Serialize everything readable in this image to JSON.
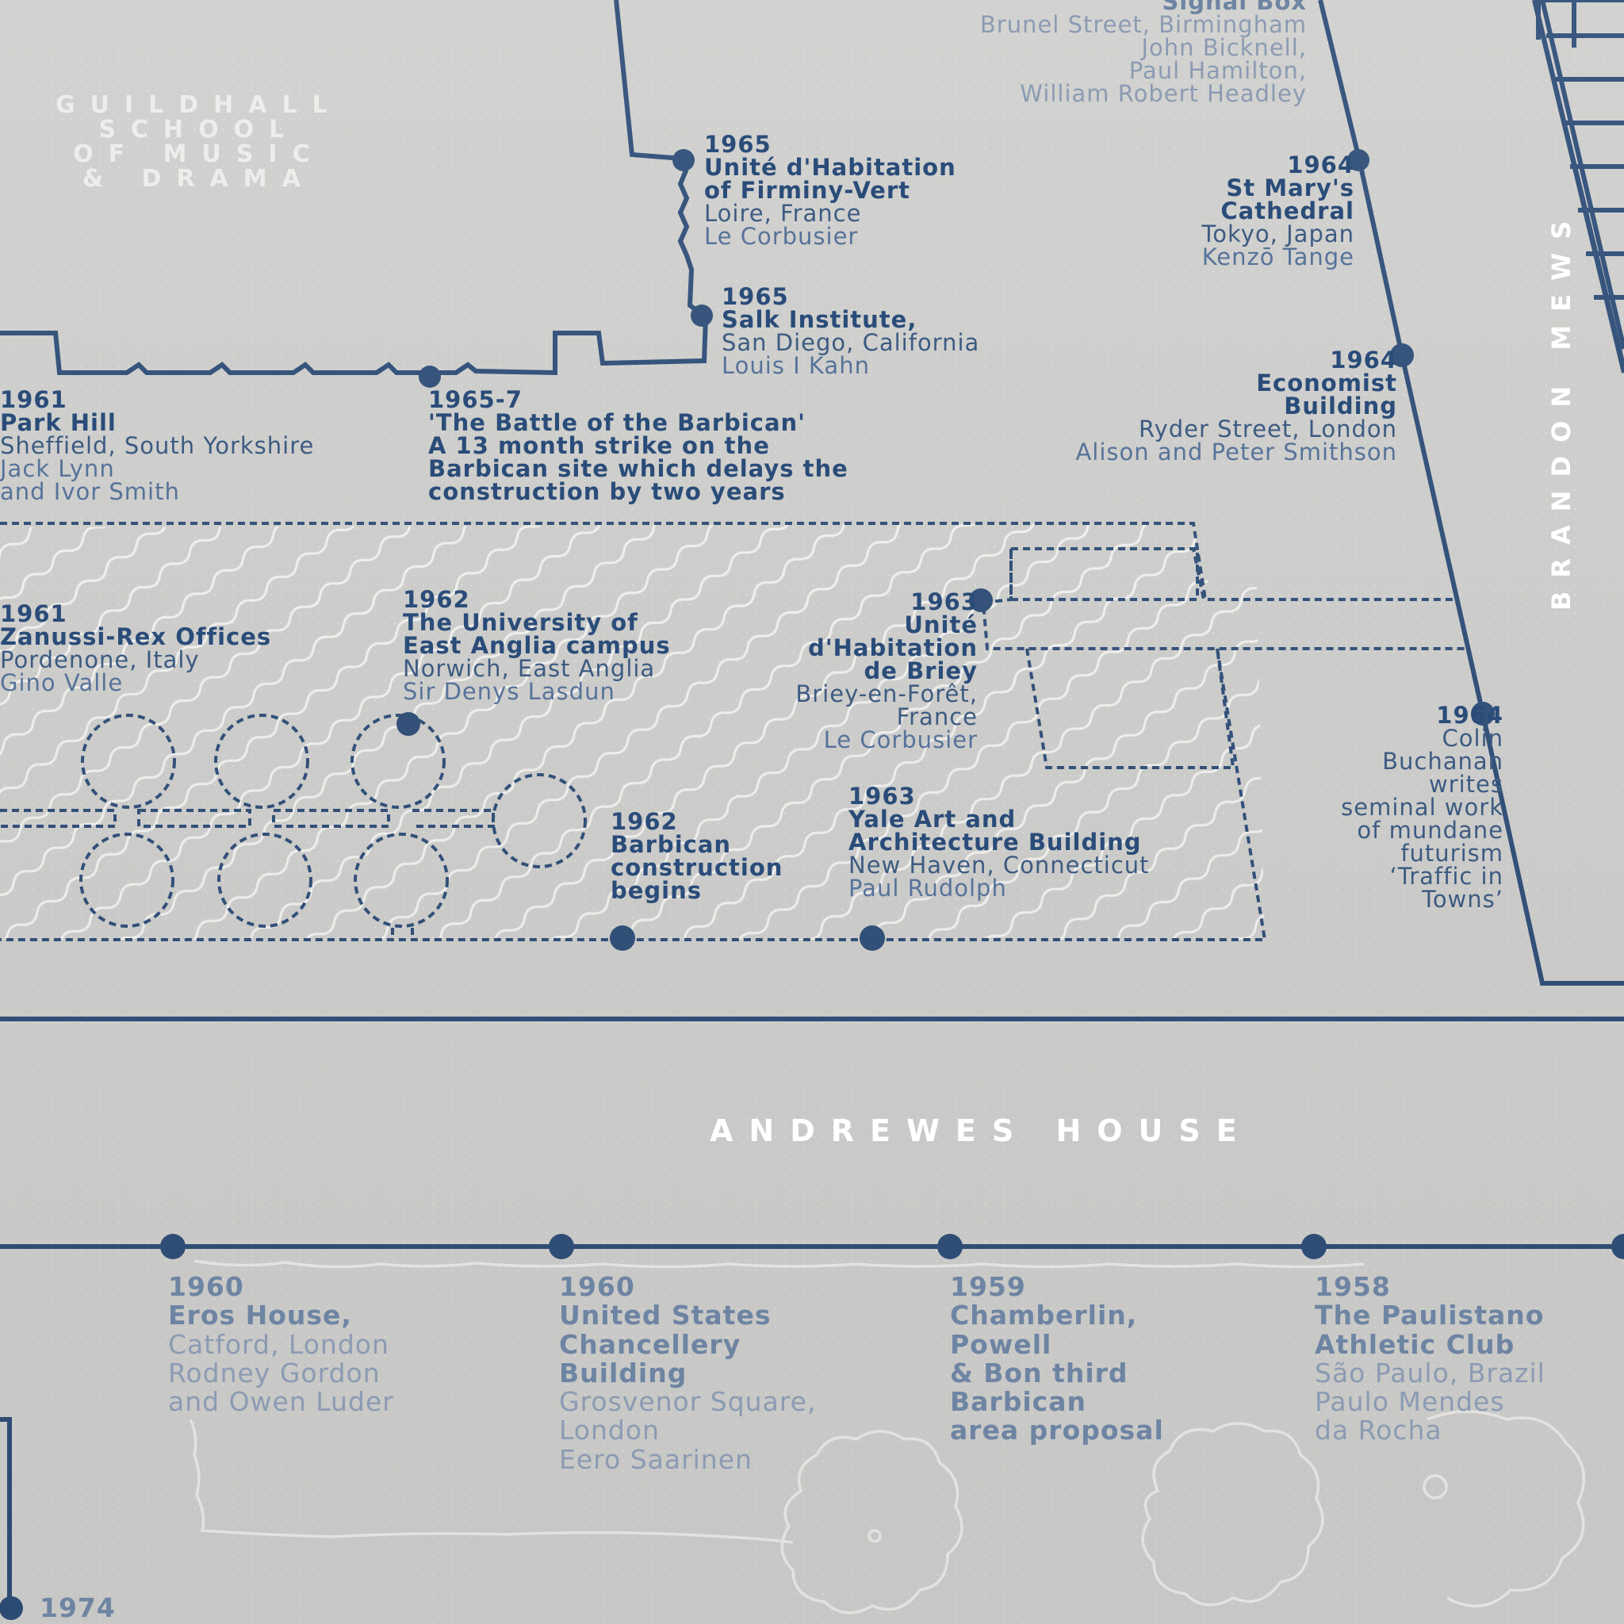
{
  "labels": {
    "guildhall": [
      "GUILDHALL",
      "SCHOOL",
      "OF MUSIC",
      "& DRAMA"
    ],
    "andrewes": "ANDREWES HOUSE",
    "brandon": "BRANDON MEWS"
  },
  "colors": {
    "background": "#cfcfcd",
    "ink": "#2e4e78",
    "label": "#ffffff"
  },
  "entries": [
    {
      "id": "signal-box",
      "title": [
        "Signal Box"
      ],
      "location": [
        "Brunel Street, Birmingham"
      ],
      "architect": [
        "John Bicknell,",
        "Paul Hamilton,",
        "William Robert Headley"
      ]
    },
    {
      "id": "firminy",
      "year": "1965",
      "title": [
        "Unité d'Habitation",
        "of Firminy-Vert"
      ],
      "location": [
        "Loire, France"
      ],
      "architect": [
        "Le Corbusier"
      ]
    },
    {
      "id": "st-marys",
      "year": "1964",
      "title": [
        "St Mary's",
        "Cathedral"
      ],
      "location": [
        "Tokyo, Japan"
      ],
      "architect": [
        "Kenzō Tange"
      ]
    },
    {
      "id": "salk",
      "year": "1965",
      "title": [
        "Salk Institute,"
      ],
      "location": [
        "San Diego, California"
      ],
      "architect": [
        "Louis I Kahn"
      ]
    },
    {
      "id": "economist",
      "year": "1964",
      "title": [
        "Economist",
        "Building"
      ],
      "location": [
        "Ryder Street, London"
      ],
      "architect": [
        "Alison and Peter Smithson"
      ]
    },
    {
      "id": "park-hill",
      "year": "1961",
      "title": [
        "Park Hill"
      ],
      "location": [
        "Sheffield, South Yorkshire"
      ],
      "architect": [
        "Jack Lynn",
        "and Ivor Smith"
      ]
    },
    {
      "id": "battle-barbican",
      "year": "1965-7",
      "title": [
        "'The Battle of the Barbican'",
        "A 13 month strike on the",
        "Barbican site which delays the",
        "construction by two years"
      ]
    },
    {
      "id": "zanussi",
      "year": "1961",
      "title": [
        "Zanussi-Rex Offices"
      ],
      "location": [
        "Pordenone, Italy"
      ],
      "architect": [
        "Gino Valle"
      ]
    },
    {
      "id": "uea",
      "year": "1962",
      "title": [
        "The University of",
        "East Anglia campus"
      ],
      "location": [
        "Norwich, East Anglia"
      ],
      "architect": [
        "Sir Denys Lasdun"
      ]
    },
    {
      "id": "briey",
      "year": "1963",
      "title": [
        "Unité",
        "d'Habitation",
        "de Briey"
      ],
      "location": [
        "Briey-en-Forêt,",
        "France"
      ],
      "architect": [
        "Le Corbusier"
      ]
    },
    {
      "id": "buchanan",
      "year": "1964",
      "location": [
        "Colin",
        "Buchanan",
        "writes",
        "seminal work",
        "of mundane",
        "futurism",
        "‘Traffic in",
        "Towns’"
      ]
    },
    {
      "id": "barbican-begins",
      "year": "1962",
      "title": [
        "Barbican",
        "construction",
        "begins"
      ]
    },
    {
      "id": "yale",
      "year": "1963",
      "title": [
        "Yale Art and",
        "Architecture Building"
      ],
      "location": [
        "New Haven, Connecticut"
      ],
      "architect": [
        "Paul Rudolph"
      ]
    },
    {
      "id": "eros",
      "year": "1960",
      "title": [
        "Eros House,"
      ],
      "location": [
        "Catford, London"
      ],
      "architect": [
        "Rodney Gordon",
        "and Owen Luder"
      ]
    },
    {
      "id": "us-chancellery",
      "year": "1960",
      "title": [
        "United States",
        "Chancellery",
        "Building"
      ],
      "location": [
        "Grosvenor Square,",
        "London"
      ],
      "architect": [
        "Eero Saarinen"
      ]
    },
    {
      "id": "cpb-proposal",
      "year": "1959",
      "title": [
        "Chamberlin,",
        "Powell",
        "& Bon third",
        "Barbican",
        "area proposal"
      ]
    },
    {
      "id": "paulistano",
      "year": "1958",
      "title": [
        "The Paulistano",
        "Athletic Club"
      ],
      "location": [
        "São Paulo, Brazil"
      ],
      "architect": [
        "Paulo Mendes",
        "da Rocha"
      ]
    },
    {
      "id": "year-1974",
      "year": "1974"
    }
  ]
}
